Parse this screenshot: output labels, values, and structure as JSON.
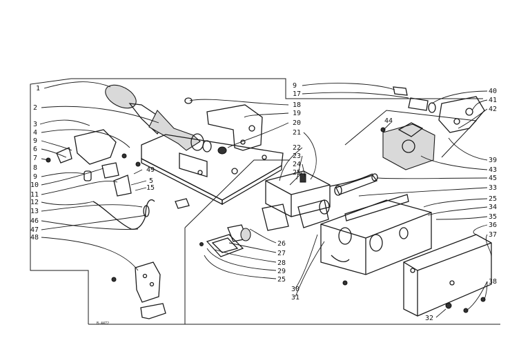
{
  "diagram": {
    "drawing_code": "B-4472",
    "callouts": [
      {
        "id": "c1",
        "text": "1"
      },
      {
        "id": "c2",
        "text": "2"
      },
      {
        "id": "c3",
        "text": "3"
      },
      {
        "id": "c4",
        "text": "4"
      },
      {
        "id": "c9a",
        "text": "9"
      },
      {
        "id": "c6",
        "text": "6"
      },
      {
        "id": "c7",
        "text": "7"
      },
      {
        "id": "c8",
        "text": "8"
      },
      {
        "id": "c9b",
        "text": "9"
      },
      {
        "id": "c10",
        "text": "10"
      },
      {
        "id": "c11",
        "text": "11"
      },
      {
        "id": "c12",
        "text": "12"
      },
      {
        "id": "c13",
        "text": "13"
      },
      {
        "id": "c46",
        "text": "46"
      },
      {
        "id": "c47",
        "text": "47"
      },
      {
        "id": "c48",
        "text": "48"
      },
      {
        "id": "c49",
        "text": "49"
      },
      {
        "id": "c5",
        "text": "5"
      },
      {
        "id": "c15",
        "text": "15"
      },
      {
        "id": "c9c",
        "text": "9"
      },
      {
        "id": "c17",
        "text": "17"
      },
      {
        "id": "c18",
        "text": "18"
      },
      {
        "id": "c19",
        "text": "19"
      },
      {
        "id": "c20",
        "text": "20"
      },
      {
        "id": "c21",
        "text": "21"
      },
      {
        "id": "c22",
        "text": "22"
      },
      {
        "id": "c23",
        "text": "23"
      },
      {
        "id": "c24",
        "text": "24"
      },
      {
        "id": "c25a",
        "text": "25"
      },
      {
        "id": "c26",
        "text": "26"
      },
      {
        "id": "c27",
        "text": "27"
      },
      {
        "id": "c28",
        "text": "28"
      },
      {
        "id": "c29",
        "text": "29"
      },
      {
        "id": "c25b",
        "text": "25"
      },
      {
        "id": "c30",
        "text": "30"
      },
      {
        "id": "c31",
        "text": "31"
      },
      {
        "id": "c40",
        "text": "40"
      },
      {
        "id": "c41",
        "text": "41"
      },
      {
        "id": "c42",
        "text": "42"
      },
      {
        "id": "c44",
        "text": "44"
      },
      {
        "id": "c39",
        "text": "39"
      },
      {
        "id": "c43",
        "text": "43"
      },
      {
        "id": "c45",
        "text": "45"
      },
      {
        "id": "c33",
        "text": "33"
      },
      {
        "id": "c25c",
        "text": "25"
      },
      {
        "id": "c34",
        "text": "34"
      },
      {
        "id": "c35",
        "text": "35"
      },
      {
        "id": "c36",
        "text": "36"
      },
      {
        "id": "c37",
        "text": "37"
      },
      {
        "id": "c38",
        "text": "38"
      },
      {
        "id": "c32",
        "text": "32"
      }
    ]
  }
}
